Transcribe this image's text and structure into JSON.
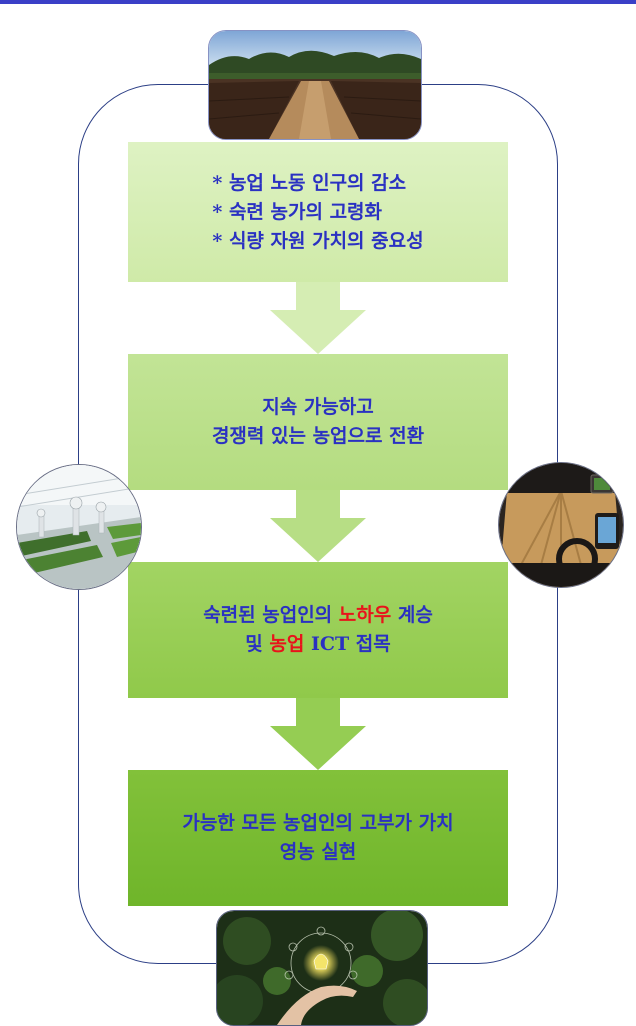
{
  "diagram": {
    "step1": {
      "lines": [
        "* 농업 노동 인구의 감소",
        "* 숙련 농가의 고령화",
        "* 식량 자원 가치의 중요성"
      ]
    },
    "step2": {
      "lines": [
        "지속 가능하고",
        "경쟁력 있는 농업으로 전환"
      ]
    },
    "step3": {
      "line1_a": "숙련된 농업인의 ",
      "line1_red": "노하우",
      "line1_b": " 계승",
      "line2_a": "및 ",
      "line2_red": "농업",
      "line2_b": " ICT 접목"
    },
    "step4": {
      "lines": [
        "가능한 모든 농업인의 고부가 가치",
        "영농 실현"
      ]
    }
  },
  "colors": {
    "text": "#2a31c2",
    "highlight": "#e8141b",
    "frame": "#2c3f86",
    "box1": "#d7eeb8",
    "box2": "#bbe08b",
    "box3": "#99cf57",
    "box4": "#79bb32"
  },
  "icons": {
    "top": "farm-field-photo",
    "left": "greenhouse-robot-photo",
    "right": "tractor-cab-photo",
    "bottom": "hand-lightbulb-photo"
  }
}
